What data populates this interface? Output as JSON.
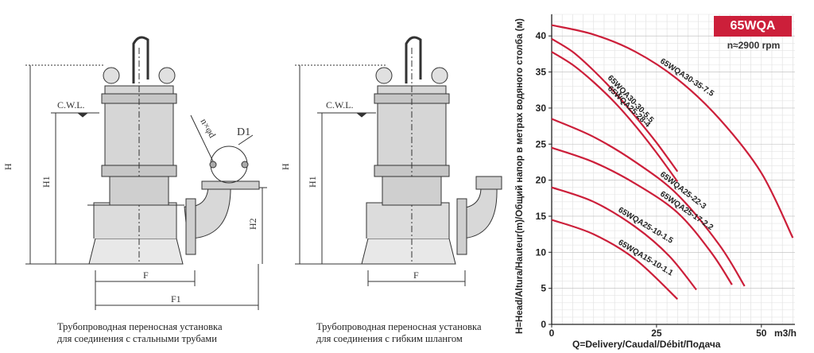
{
  "left_drawing": {
    "labels": {
      "cwl": "C.W.L.",
      "h": "H",
      "h1": "H1",
      "h2": "H2",
      "f": "F",
      "f1": "F1",
      "d1": "D1",
      "n_d": "n×φd"
    },
    "caption_line1": "Трубопроводная переносная установка",
    "caption_line2": "для соединения с стальными трубами"
  },
  "middle_drawing": {
    "labels": {
      "cwl": "C.W.L.",
      "h": "H",
      "h1": "H1",
      "f": "F"
    },
    "caption_line1": "Трубопроводная переносная установка",
    "caption_line2": "для соединения с гибким шлангом"
  },
  "chart_data": {
    "type": "line",
    "title": "65WQA",
    "subtitle": "n≈2900 rpm",
    "xlabel": "Q=Delivery/Caudal/Débit/Подача",
    "ylabel": "H=Head/Altura/Hauteur(m)/Общий напор в метрах водяного столба (м)",
    "x_unit": "m3/h",
    "xlim": [
      0,
      58
    ],
    "ylim": [
      0,
      43
    ],
    "x_ticks": [
      0,
      25,
      50
    ],
    "y_ticks": [
      0,
      5,
      10,
      15,
      20,
      25,
      30,
      35,
      40
    ],
    "grid": true,
    "colors": {
      "curve": "#cc1f3a",
      "badge": "#cc1f3a"
    },
    "series": [
      {
        "name": "65WQA30-35-7.5",
        "x": [
          0,
          10,
          20,
          30,
          40,
          50,
          57.5
        ],
        "y": [
          41.5,
          40.2,
          37.8,
          34,
          28.5,
          21,
          12
        ]
      },
      {
        "name": "65WQA30-30-5.5",
        "x": [
          0,
          5,
          10,
          15,
          20,
          25,
          30
        ],
        "y": [
          39.6,
          37.8,
          35.2,
          32.2,
          28.8,
          25.2,
          21.2
        ]
      },
      {
        "name": "65WQA25-28-4",
        "x": [
          0,
          5,
          10,
          15,
          20,
          25,
          30
        ],
        "y": [
          37.8,
          36,
          33.6,
          30.8,
          27.5,
          23.8,
          19.8
        ]
      },
      {
        "name": "65WQA25-22-3",
        "x": [
          0,
          10,
          20,
          30,
          40,
          46
        ],
        "y": [
          28.5,
          26,
          22.5,
          18,
          11,
          5.3
        ]
      },
      {
        "name": "65WQA25-17-2.2",
        "x": [
          0,
          10,
          20,
          30,
          38,
          43
        ],
        "y": [
          24.5,
          22.5,
          19.5,
          15.5,
          10,
          5.5
        ]
      },
      {
        "name": "65WQA25-10-1.5",
        "x": [
          0,
          10,
          20,
          28,
          34.5
        ],
        "y": [
          19,
          17,
          13.5,
          9.5,
          4.8
        ]
      },
      {
        "name": "65WQA15-10-1.1",
        "x": [
          0,
          10,
          20,
          30
        ],
        "y": [
          14.5,
          12.5,
          9,
          3.5
        ]
      }
    ]
  }
}
